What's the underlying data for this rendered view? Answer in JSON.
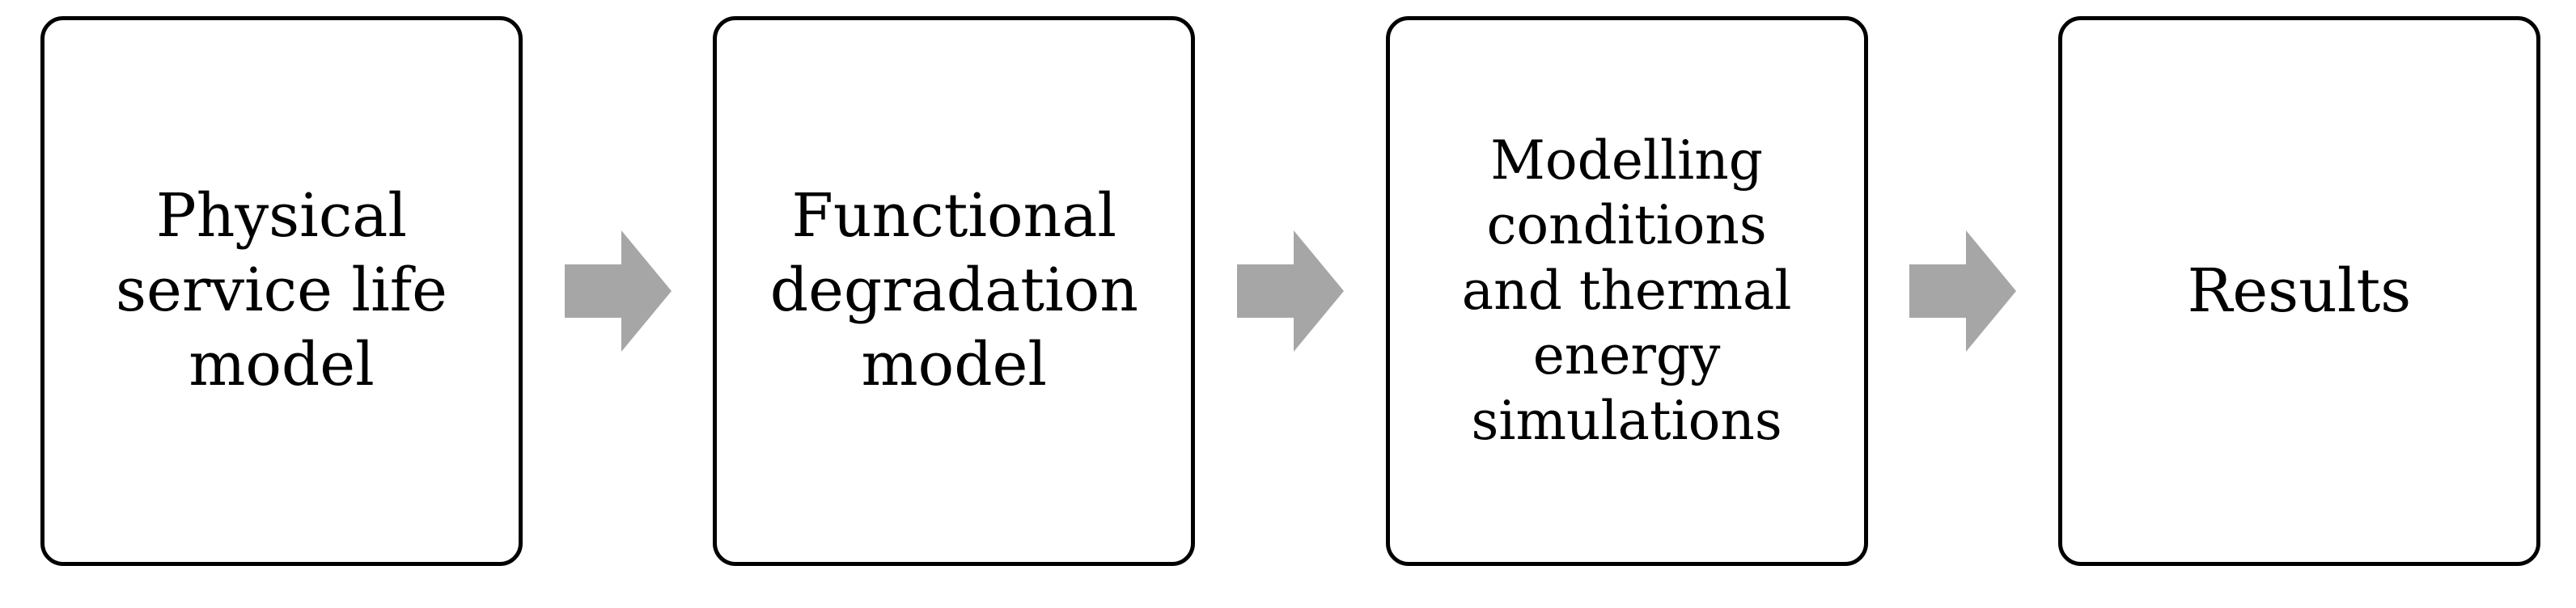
{
  "diagram": {
    "type": "horizontal-process-flow",
    "orientation": "left-to-right",
    "node_count": 4,
    "connector_count": 3,
    "colors": {
      "box_stroke": "#000000",
      "box_fill": "#FFFFFF",
      "text": "#000000",
      "arrow_fill": "#A6A6A6",
      "background": "#FFFFFF"
    },
    "nodes": [
      {
        "id": "physical-service-life-model",
        "label": "Physical\nservice life\nmodel",
        "lines": [
          "Physical",
          "service life",
          "model"
        ]
      },
      {
        "id": "functional-degradation-model",
        "label": "Functional\ndegradation\nmodel",
        "lines": [
          "Functional",
          "degradation",
          "model"
        ]
      },
      {
        "id": "modelling-conditions-and-thermal-energy-simulations",
        "label": "Modelling\nconditions\nand thermal\nenergy\nsimulations",
        "lines": [
          "Modelling",
          "conditions",
          "and thermal",
          "energy",
          "simulations"
        ]
      },
      {
        "id": "results",
        "label": "Results",
        "lines": [
          "Results"
        ]
      }
    ],
    "connectors": [
      {
        "id": "arrow-1",
        "icon": "arrow-right-icon",
        "from": "physical-service-life-model",
        "to": "functional-degradation-model"
      },
      {
        "id": "arrow-2",
        "icon": "arrow-right-icon",
        "from": "functional-degradation-model",
        "to": "modelling-conditions-and-thermal-energy-simulations"
      },
      {
        "id": "arrow-3",
        "icon": "arrow-right-icon",
        "from": "modelling-conditions-and-thermal-energy-simulations",
        "to": "results"
      }
    ]
  }
}
